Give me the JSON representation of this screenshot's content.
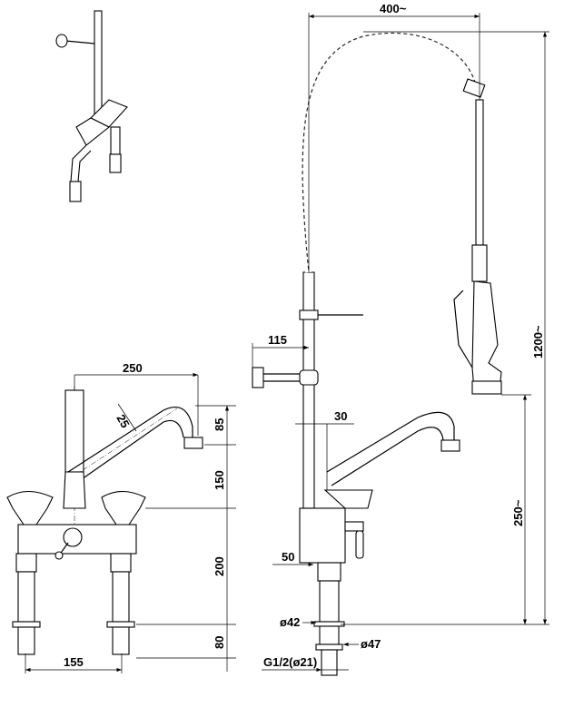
{
  "drawing": {
    "dims": {
      "width_400": "400~",
      "height_1200": "1200~",
      "arm_115": "115",
      "spout_250": "250",
      "tube_25": "25",
      "h_85": "85",
      "h_150": "150",
      "h_200": "200",
      "h_80": "80",
      "w_155": "155",
      "off_30": "30",
      "spout_h_250": "250~",
      "off_50": "50",
      "dia_42": "ø42",
      "dia_47": "ø47",
      "thread": "G1/2(ø21)"
    }
  }
}
